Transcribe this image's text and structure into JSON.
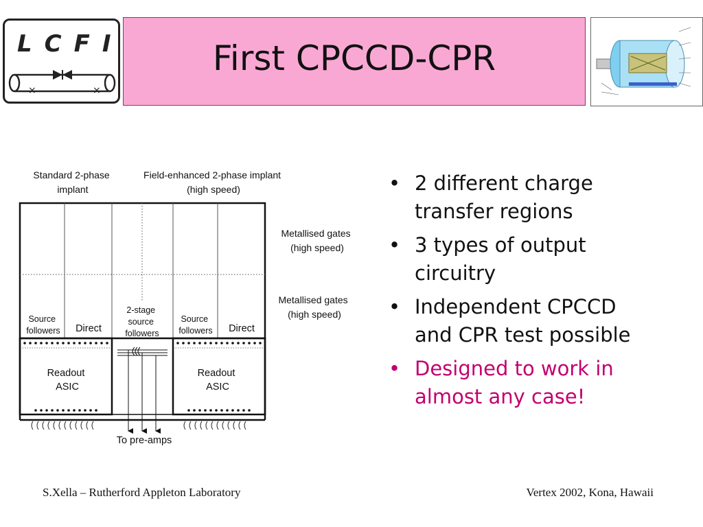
{
  "header": {
    "logo_text": "LCFI",
    "title": "First CPCCD-CPR"
  },
  "diagram": {
    "label_standard": [
      "Standard 2-phase",
      "implant"
    ],
    "label_field": [
      "Field-enhanced 2-phase implant",
      "(high speed)"
    ],
    "label_gates_1": [
      "Metallised gates",
      "(high speed)"
    ],
    "label_gates_2": [
      "Metallised gates",
      "(high speed)"
    ],
    "source_followers": [
      "Source",
      "followers"
    ],
    "direct": "Direct",
    "two_stage": [
      "2-stage",
      "source",
      "followers"
    ],
    "readout": [
      "Readout",
      "ASIC"
    ],
    "to_preamps": "To pre-amps"
  },
  "bullets": [
    {
      "lines": [
        "2 different charge",
        "transfer regions"
      ],
      "accent": false
    },
    {
      "lines": [
        "3 types of output",
        "circuitry"
      ],
      "accent": false
    },
    {
      "lines": [
        "Independent CPCCD",
        "and CPR test possible"
      ],
      "accent": false
    },
    {
      "lines": [
        "Designed to work in",
        "almost any case!"
      ],
      "accent": true
    }
  ],
  "footer": {
    "left": "S.Xella – Rutherford Appleton Laboratory",
    "right": "Vertex 2002, Kona, Hawaii"
  },
  "colors": {
    "title_bg": "#f9a8d4",
    "accent": "#c2006f"
  }
}
